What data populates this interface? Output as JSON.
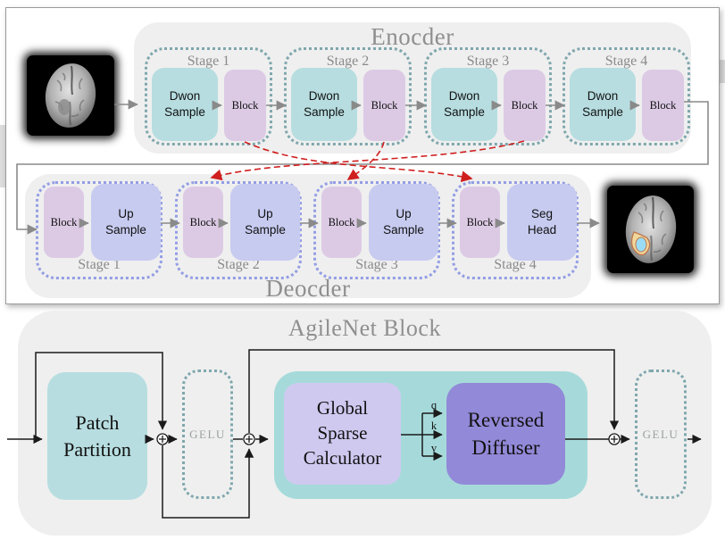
{
  "encoder": {
    "title": "Enocder",
    "stages": [
      {
        "label": "Stage 1",
        "down": [
          "Dwon",
          "Sample"
        ],
        "block": "Block"
      },
      {
        "label": "Stage 2",
        "down": [
          "Dwon",
          "Sample"
        ],
        "block": "Block"
      },
      {
        "label": "Stage 3",
        "down": [
          "Dwon",
          "Sample"
        ],
        "block": "Block"
      },
      {
        "label": "Stage 4",
        "down": [
          "Dwon",
          "Sample"
        ],
        "block": "Block"
      }
    ]
  },
  "decoder": {
    "title": "Deocder",
    "stages": [
      {
        "label": "Stage 1",
        "block": "Block",
        "main": [
          "Up",
          "Sample"
        ]
      },
      {
        "label": "Stage 2",
        "block": "Block",
        "main": [
          "Up",
          "Sample"
        ]
      },
      {
        "label": "Stage 3",
        "block": "Block",
        "main": [
          "Up",
          "Sample"
        ]
      },
      {
        "label": "Stage 4",
        "block": "Block",
        "main": [
          "Seg",
          "Head"
        ]
      }
    ]
  },
  "agilenet": {
    "title": "AgileNet Block",
    "patch_partition": [
      "Patch",
      "Partition"
    ],
    "gelu_left": "GELU",
    "gelu_right": "GELU",
    "global_sparse_calculator": [
      "Global",
      "Sparse",
      "Calculator"
    ],
    "reversed_diffuser": [
      "Reversed",
      "Diffuser"
    ],
    "attention_inputs": [
      "q",
      "k",
      "v"
    ]
  },
  "colors": {
    "down_sample_fill": "#b7dde0",
    "block_fill": "#dccae5",
    "up_sample_fill": "#c7cbf0",
    "gsc_fill": "#cfc9f0",
    "reversed_diffuser_fill": "#9289d8",
    "inner_teal_container_fill": "#a6dada",
    "container_fill": "#efefef",
    "encoder_dash": "#7fa7ad",
    "decoder_dash": "#949ee4",
    "skip_arrow_red": "#cf1f1f",
    "flow_arrow_gray": "#8a8a8a",
    "line_black": "#1a1a1a",
    "title_gray": "#8f8f8f"
  }
}
